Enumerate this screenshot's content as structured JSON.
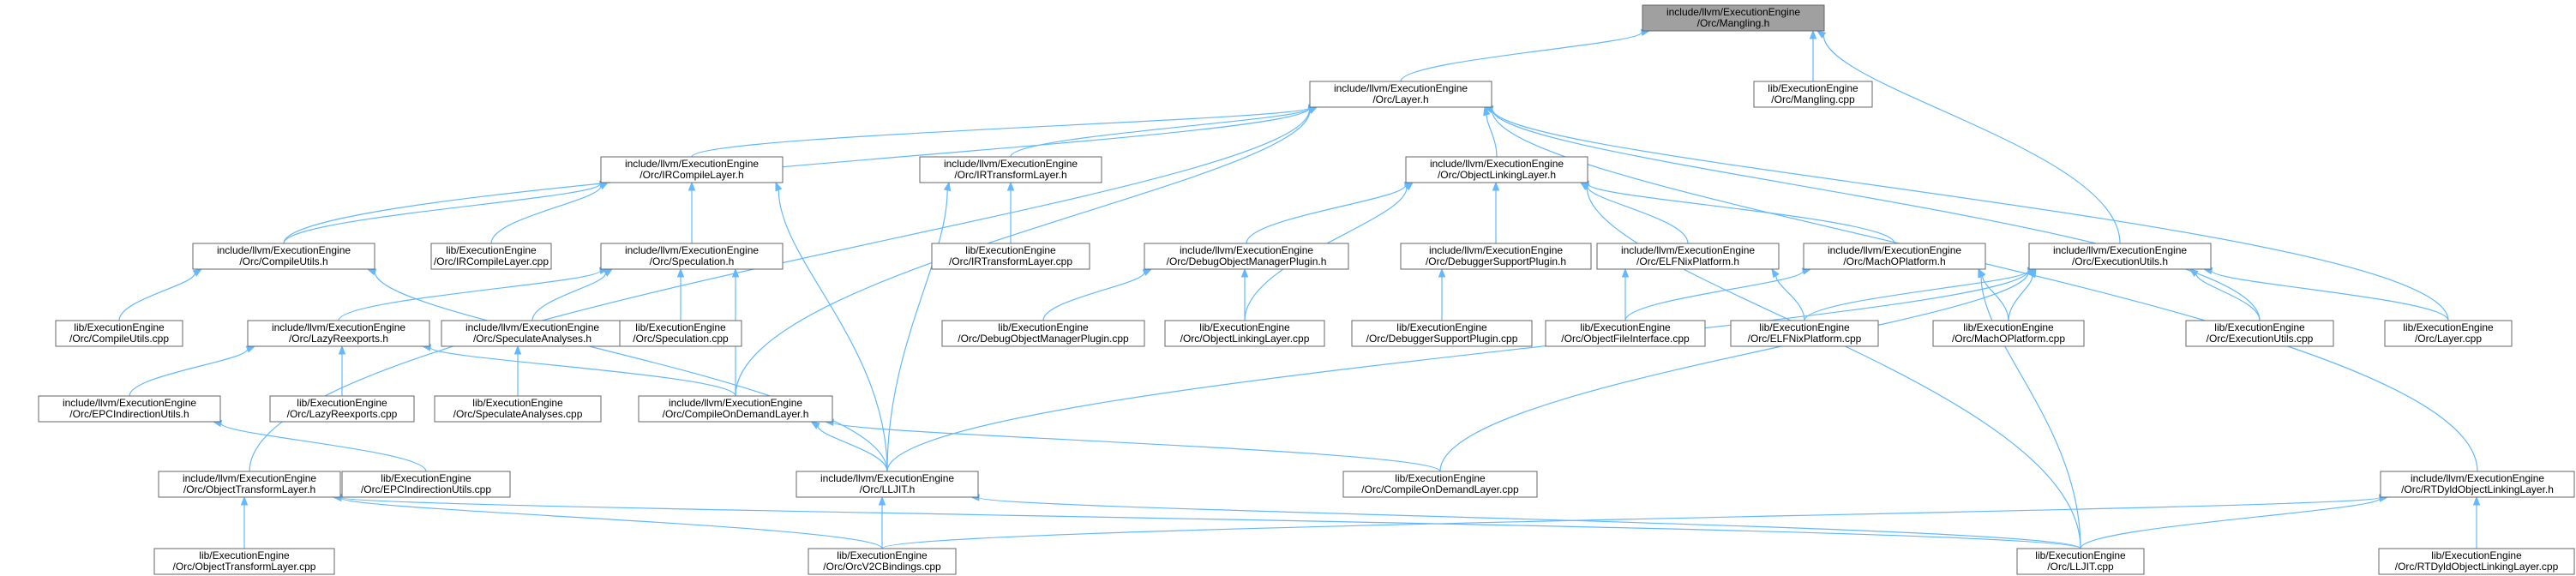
{
  "graph": {
    "nodes": [
      {
        "id": "mangling_h",
        "l1": "include/llvm/ExecutionEngine",
        "l2": "/Orc/Mangling.h",
        "root": true
      },
      {
        "id": "mangling_cpp",
        "l1": "lib/ExecutionEngine",
        "l2": "/Orc/Mangling.cpp"
      },
      {
        "id": "layer_h",
        "l1": "include/llvm/ExecutionEngine",
        "l2": "/Orc/Layer.h"
      },
      {
        "id": "ircompilelayer_h",
        "l1": "include/llvm/ExecutionEngine",
        "l2": "/Orc/IRCompileLayer.h"
      },
      {
        "id": "irtransformlayer_h",
        "l1": "include/llvm/ExecutionEngine",
        "l2": "/Orc/IRTransformLayer.h"
      },
      {
        "id": "objectlinkinglayer_h",
        "l1": "include/llvm/ExecutionEngine",
        "l2": "/Orc/ObjectLinkingLayer.h"
      },
      {
        "id": "compileutils_h",
        "l1": "include/llvm/ExecutionEngine",
        "l2": "/Orc/CompileUtils.h"
      },
      {
        "id": "ircompilelayer_cpp",
        "l1": "lib/ExecutionEngine",
        "l2": "/Orc/IRCompileLayer.cpp"
      },
      {
        "id": "speculation_h",
        "l1": "include/llvm/ExecutionEngine",
        "l2": "/Orc/Speculation.h"
      },
      {
        "id": "irtransformlayer_cpp",
        "l1": "lib/ExecutionEngine",
        "l2": "/Orc/IRTransformLayer.cpp"
      },
      {
        "id": "debugobjectmanagerplugin_h",
        "l1": "include/llvm/ExecutionEngine",
        "l2": "/Orc/DebugObjectManagerPlugin.h"
      },
      {
        "id": "debuggersupportplugin_h",
        "l1": "include/llvm/ExecutionEngine",
        "l2": "/Orc/DebuggerSupportPlugin.h"
      },
      {
        "id": "elfnixplatform_h",
        "l1": "include/llvm/ExecutionEngine",
        "l2": "/Orc/ELFNixPlatform.h"
      },
      {
        "id": "machoplatform_h",
        "l1": "include/llvm/ExecutionEngine",
        "l2": "/Orc/MachOPlatform.h"
      },
      {
        "id": "executionutils_h",
        "l1": "include/llvm/ExecutionEngine",
        "l2": "/Orc/ExecutionUtils.h"
      },
      {
        "id": "compileutils_cpp",
        "l1": "lib/ExecutionEngine",
        "l2": "/Orc/CompileUtils.cpp"
      },
      {
        "id": "lazyreexports_h",
        "l1": "include/llvm/ExecutionEngine",
        "l2": "/Orc/LazyReexports.h"
      },
      {
        "id": "speculateanalyses_h",
        "l1": "include/llvm/ExecutionEngine",
        "l2": "/Orc/SpeculateAnalyses.h"
      },
      {
        "id": "speculation_cpp",
        "l1": "lib/ExecutionEngine",
        "l2": "/Orc/Speculation.cpp"
      },
      {
        "id": "debugobjectmanagerplugin_cpp",
        "l1": "lib/ExecutionEngine",
        "l2": "/Orc/DebugObjectManagerPlugin.cpp"
      },
      {
        "id": "objectlinkinglayer_cpp",
        "l1": "lib/ExecutionEngine",
        "l2": "/Orc/ObjectLinkingLayer.cpp"
      },
      {
        "id": "debuggersupportplugin_cpp",
        "l1": "lib/ExecutionEngine",
        "l2": "/Orc/DebuggerSupportPlugin.cpp"
      },
      {
        "id": "objectfileinterface_cpp",
        "l1": "lib/ExecutionEngine",
        "l2": "/Orc/ObjectFileInterface.cpp"
      },
      {
        "id": "elfnixplatform_cpp",
        "l1": "lib/ExecutionEngine",
        "l2": "/Orc/ELFNixPlatform.cpp"
      },
      {
        "id": "machoplatform_cpp",
        "l1": "lib/ExecutionEngine",
        "l2": "/Orc/MachOPlatform.cpp"
      },
      {
        "id": "executionutils_cpp",
        "l1": "lib/ExecutionEngine",
        "l2": "/Orc/ExecutionUtils.cpp"
      },
      {
        "id": "layer_cpp",
        "l1": "lib/ExecutionEngine",
        "l2": "/Orc/Layer.cpp"
      },
      {
        "id": "epcindirectionutils_h",
        "l1": "include/llvm/ExecutionEngine",
        "l2": "/Orc/EPCIndirectionUtils.h"
      },
      {
        "id": "lazyreexports_cpp",
        "l1": "lib/ExecutionEngine",
        "l2": "/Orc/LazyReexports.cpp"
      },
      {
        "id": "speculateanalyses_cpp",
        "l1": "lib/ExecutionEngine",
        "l2": "/Orc/SpeculateAnalyses.cpp"
      },
      {
        "id": "compileondemandlayer_h",
        "l1": "include/llvm/ExecutionEngine",
        "l2": "/Orc/CompileOnDemandLayer.h"
      },
      {
        "id": "objecttransformlayer_h",
        "l1": "include/llvm/ExecutionEngine",
        "l2": "/Orc/ObjectTransformLayer.h"
      },
      {
        "id": "epcindirectionutils_cpp",
        "l1": "lib/ExecutionEngine",
        "l2": "/Orc/EPCIndirectionUtils.cpp"
      },
      {
        "id": "lljit_h",
        "l1": "include/llvm/ExecutionEngine",
        "l2": "/Orc/LLJIT.h"
      },
      {
        "id": "compileondemandlayer_cpp",
        "l1": "lib/ExecutionEngine",
        "l2": "/Orc/CompileOnDemandLayer.cpp"
      },
      {
        "id": "rtdyldobjectlinkinglayer_h",
        "l1": "include/llvm/ExecutionEngine",
        "l2": "/Orc/RTDyldObjectLinkingLayer.h"
      },
      {
        "id": "objecttransformlayer_cpp",
        "l1": "lib/ExecutionEngine",
        "l2": "/Orc/ObjectTransformLayer.cpp"
      },
      {
        "id": "orcv2cbindings_cpp",
        "l1": "lib/ExecutionEngine",
        "l2": "/Orc/OrcV2CBindings.cpp"
      },
      {
        "id": "lljit_cpp",
        "l1": "lib/ExecutionEngine",
        "l2": "/Orc/LLJIT.cpp"
      },
      {
        "id": "rtdyldobjectlinkinglayer_cpp",
        "l1": "lib/ExecutionEngine",
        "l2": "/Orc/RTDyldObjectLinkingLayer.cpp"
      }
    ],
    "edges": [
      [
        "layer_h",
        "mangling_h"
      ],
      [
        "mangling_cpp",
        "mangling_h"
      ],
      [
        "executionutils_h",
        "mangling_h"
      ],
      [
        "ircompilelayer_h",
        "layer_h"
      ],
      [
        "irtransformlayer_h",
        "layer_h"
      ],
      [
        "objectlinkinglayer_h",
        "layer_h"
      ],
      [
        "compileutils_h",
        "layer_h"
      ],
      [
        "objecttransformlayer_h",
        "layer_h"
      ],
      [
        "compileondemandlayer_h",
        "layer_h"
      ],
      [
        "layer_cpp",
        "layer_h"
      ],
      [
        "executionutils_cpp",
        "layer_h"
      ],
      [
        "rtdyldobjectlinkinglayer_h",
        "layer_h"
      ],
      [
        "compileutils_h",
        "ircompilelayer_h"
      ],
      [
        "ircompilelayer_cpp",
        "ircompilelayer_h"
      ],
      [
        "speculation_h",
        "ircompilelayer_h"
      ],
      [
        "lljit_h",
        "ircompilelayer_h"
      ],
      [
        "irtransformlayer_cpp",
        "irtransformlayer_h"
      ],
      [
        "lljit_h",
        "irtransformlayer_h"
      ],
      [
        "debugobjectmanagerplugin_h",
        "objectlinkinglayer_h"
      ],
      [
        "debuggersupportplugin_h",
        "objectlinkinglayer_h"
      ],
      [
        "elfnixplatform_h",
        "objectlinkinglayer_h"
      ],
      [
        "machoplatform_h",
        "objectlinkinglayer_h"
      ],
      [
        "objectlinkinglayer_cpp",
        "objectlinkinglayer_h"
      ],
      [
        "lljit_cpp",
        "objectlinkinglayer_h"
      ],
      [
        "compileutils_cpp",
        "compileutils_h"
      ],
      [
        "lljit_h",
        "compileutils_h"
      ],
      [
        "lazyreexports_h",
        "speculation_h"
      ],
      [
        "speculateanalyses_h",
        "speculation_h"
      ],
      [
        "speculation_cpp",
        "speculation_h"
      ],
      [
        "compileondemandlayer_h",
        "speculation_h"
      ],
      [
        "debugobjectmanagerplugin_cpp",
        "debugobjectmanagerplugin_h"
      ],
      [
        "objectlinkinglayer_cpp",
        "debugobjectmanagerplugin_h"
      ],
      [
        "debuggersupportplugin_cpp",
        "debuggersupportplugin_h"
      ],
      [
        "objectfileinterface_cpp",
        "elfnixplatform_h"
      ],
      [
        "elfnixplatform_cpp",
        "elfnixplatform_h"
      ],
      [
        "objectfileinterface_cpp",
        "machoplatform_h"
      ],
      [
        "machoplatform_cpp",
        "machoplatform_h"
      ],
      [
        "lljit_cpp",
        "machoplatform_h"
      ],
      [
        "elfnixplatform_cpp",
        "executionutils_h"
      ],
      [
        "machoplatform_cpp",
        "executionutils_h"
      ],
      [
        "executionutils_cpp",
        "executionutils_h"
      ],
      [
        "layer_cpp",
        "executionutils_h"
      ],
      [
        "lljit_h",
        "executionutils_h"
      ],
      [
        "compileondemandlayer_cpp",
        "executionutils_h"
      ],
      [
        "epcindirectionutils_h",
        "lazyreexports_h"
      ],
      [
        "lazyreexports_cpp",
        "lazyreexports_h"
      ],
      [
        "compileondemandlayer_h",
        "lazyreexports_h"
      ],
      [
        "speculateanalyses_cpp",
        "speculateanalyses_h"
      ],
      [
        "epcindirectionutils_cpp",
        "epcindirectionutils_h"
      ],
      [
        "lljit_h",
        "compileondemandlayer_h"
      ],
      [
        "compileondemandlayer_cpp",
        "compileondemandlayer_h"
      ],
      [
        "objecttransformlayer_cpp",
        "objecttransformlayer_h"
      ],
      [
        "orcv2cbindings_cpp",
        "objecttransformlayer_h"
      ],
      [
        "lljit_cpp",
        "objecttransformlayer_h"
      ],
      [
        "orcv2cbindings_cpp",
        "lljit_h"
      ],
      [
        "lljit_cpp",
        "lljit_h"
      ],
      [
        "orcv2cbindings_cpp",
        "rtdyldobjectlinkinglayer_h"
      ],
      [
        "lljit_cpp",
        "rtdyldobjectlinkinglayer_h"
      ],
      [
        "rtdyldobjectlinkinglayer_cpp",
        "rtdyldobjectlinkinglayer_h"
      ]
    ]
  }
}
